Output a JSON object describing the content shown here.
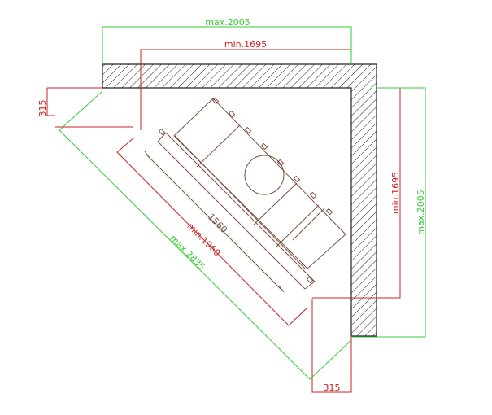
{
  "colors": {
    "green": "#33cc33",
    "red": "#cc2222",
    "brown": "#7a5040",
    "wall": "#222222",
    "background": "#ffffff"
  },
  "labels": {
    "top_max": "max.2005",
    "top_min": "min.1695",
    "right_min": "min.1695",
    "right_max": "max.2005",
    "left_offset": "315",
    "bottom_offset": "315",
    "diag_fireplace": "1560",
    "diag_min": "min.1960",
    "diag_max": "max.2835"
  }
}
